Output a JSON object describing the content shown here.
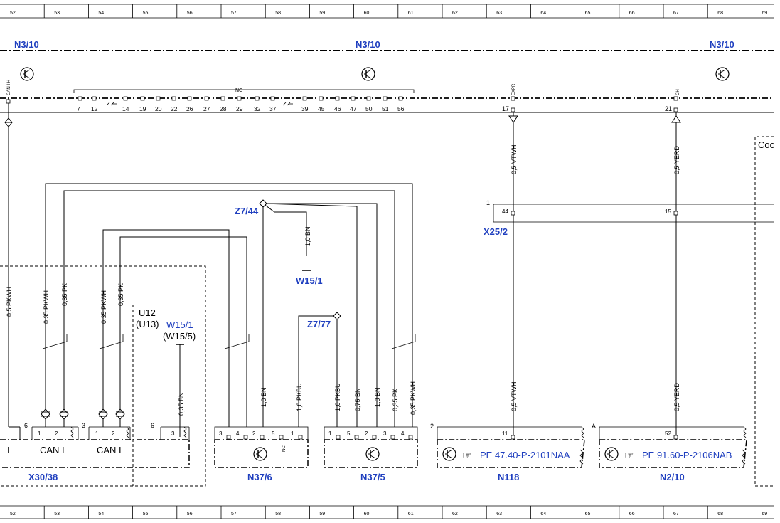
{
  "grid_numbers": [
    "52",
    "53",
    "54",
    "55",
    "56",
    "57",
    "58",
    "59",
    "60",
    "61",
    "62",
    "63",
    "64",
    "65",
    "66",
    "67",
    "68",
    "69"
  ],
  "bus": {
    "label_left": "N3/10",
    "label_center": "N3/10",
    "label_right": "N3/10",
    "can_label": "CAN I H",
    "nc_label": "NC",
    "pins": [
      "7",
      "12",
      "14",
      "19",
      "20",
      "22",
      "26",
      "27",
      "28",
      "29",
      "32",
      "37",
      "39",
      "45",
      "46",
      "47",
      "50",
      "51",
      "56"
    ],
    "pin_17": "17",
    "pin_17_tag": "EXPR",
    "pin_21": "21",
    "pin_21_tag": "CH"
  },
  "wires": {
    "w_pkwh_main": "0,5 PKWH",
    "w_pkwh_1": "0,35 PKWH",
    "w_pk_1": "0,35 PK",
    "w_pkwh_2": "0,35 PKWH",
    "w_pk_2": "0,35 PK",
    "w_w15_bn": "0,35 BN",
    "w_z744_bn": "1,0 BN",
    "w_n376_bn": "1,0 BN",
    "w_n376_pkbu": "1,0 PKBU",
    "w_n375_pkbu": "1,0 PKBU",
    "w_n375_bn075": "0,75 BN",
    "w_n375_bn10": "1,0 BN",
    "w_n375_pk": "0,35 PK",
    "w_n375_pkwh": "0,35 PKWH",
    "w_vtwh_top": "0,5 VTWH",
    "w_yerd_top": "0,5 YERD",
    "w_vtwh_bot": "0,5 VTWH",
    "w_yerd_bot": "0,5 YERD"
  },
  "components": {
    "z744": "Z7/44",
    "w151": "W15/1",
    "z777": "Z7/77",
    "x252": "X25/2",
    "x252_pin1": "1",
    "x252_pin44": "44",
    "x252_pin15": "15",
    "u12": "U12",
    "u13": "(U13)",
    "u_w151": "W15/1",
    "u_w155": "(W15/5)",
    "x3038": "X30/38",
    "x3038_pin6": "6",
    "x3038_pin3": "3",
    "x3038_pin6b": "6",
    "can_a": "CAN I",
    "can_b": "CAN I",
    "can_frag": "I",
    "pin_1a": "1",
    "pin_2a": "2",
    "pin_1b": "1",
    "pin_2b": "2",
    "pin_3c": "3",
    "n376": "N37/6",
    "n376_pins": [
      "3",
      "4",
      "2",
      "5",
      "1"
    ],
    "n376_nc": "NC",
    "n375": "N37/5",
    "n375_pins": [
      "1",
      "5",
      "2",
      "3",
      "4"
    ],
    "n118": "N118",
    "n118_pin": "2",
    "n118_pin11": "11",
    "n118_ref": "PE 47.40-P-2101NAA",
    "n210": "N2/10",
    "n210_pin": "A",
    "n210_pin52": "52",
    "n210_ref": "PE 91.60-P-2106NAB",
    "coc": "Coc"
  }
}
